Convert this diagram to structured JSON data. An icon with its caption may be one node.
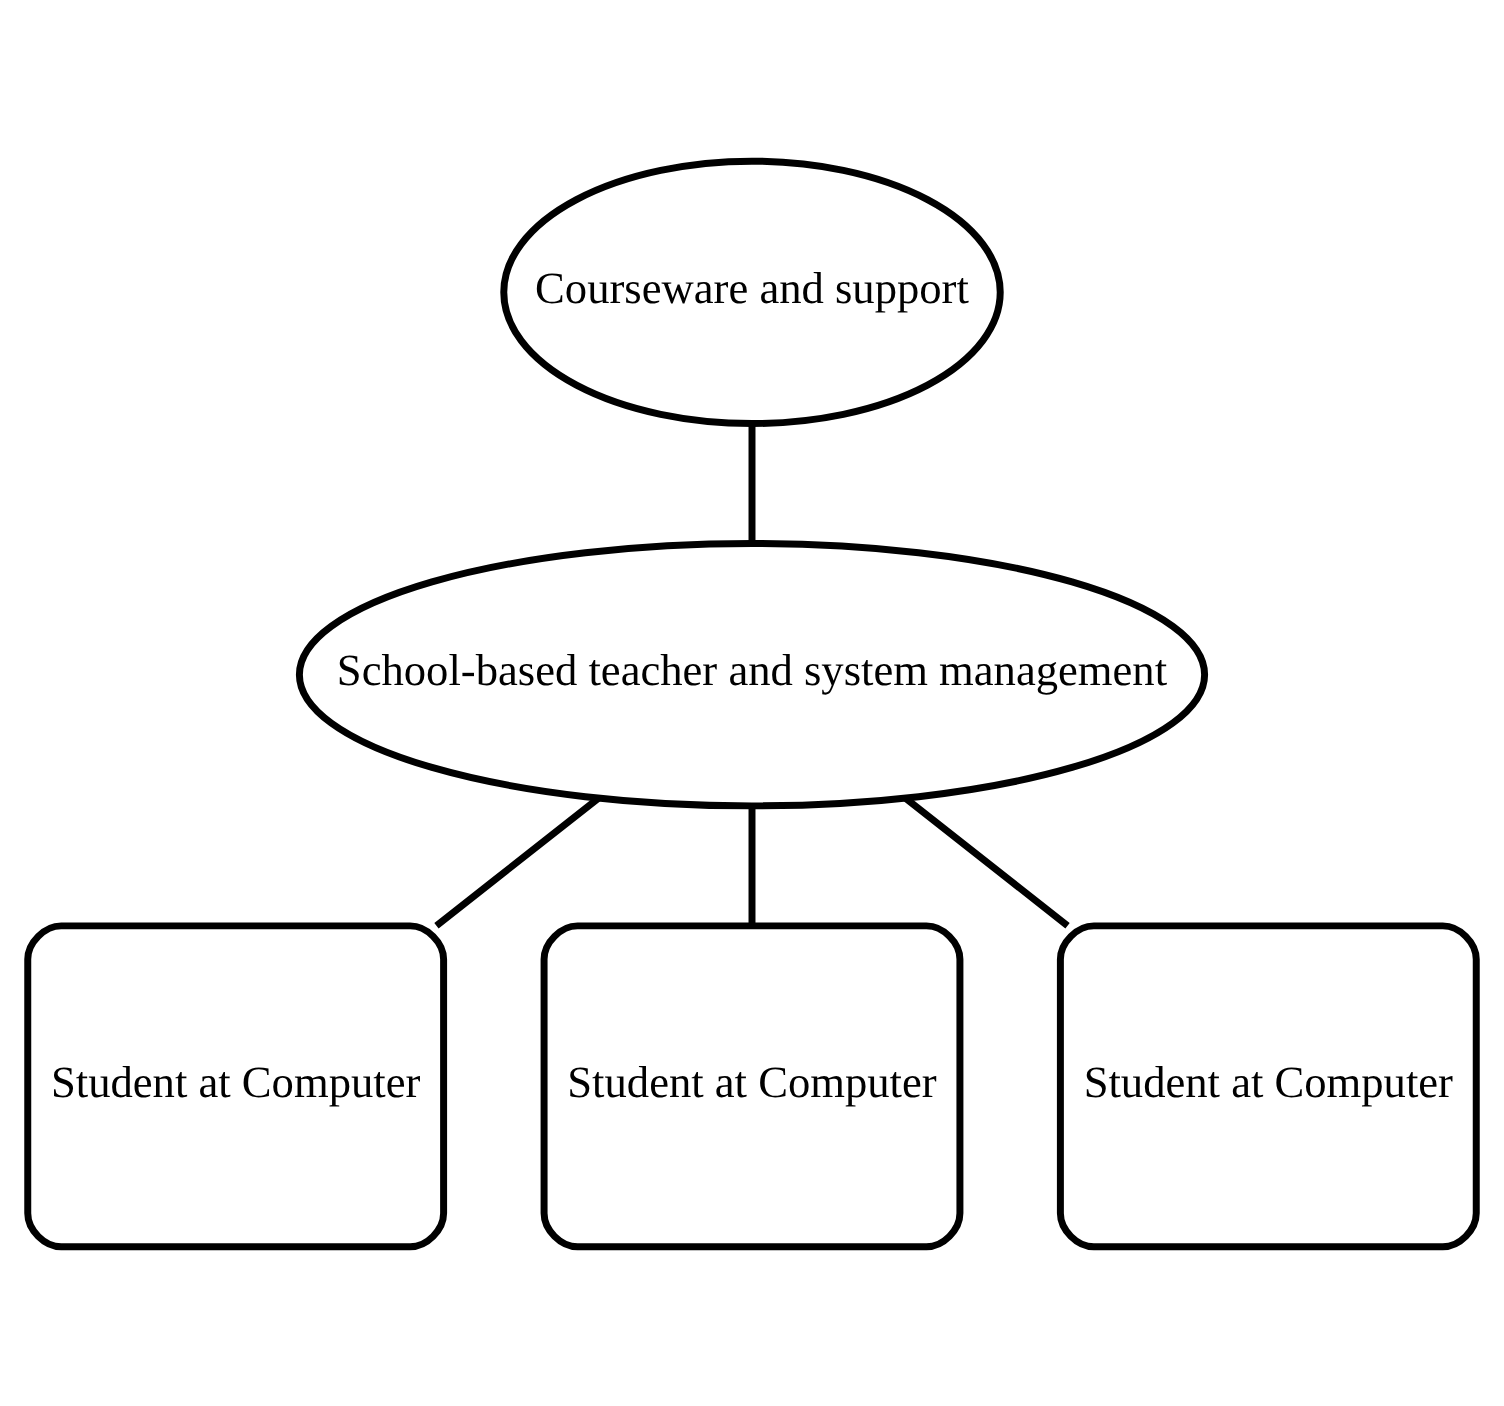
{
  "diagram": {
    "nodes": [
      {
        "text": [
          "Courseware and support"
        ]
      },
      {
        "text": [
          "School-based teacher and system management"
        ]
      },
      {
        "text": [
          "Student at Computer"
        ]
      },
      {
        "text": [
          "Student at Computer"
        ]
      },
      {
        "text": [
          "Student at Computer"
        ]
      }
    ],
    "edges": [
      {
        "from": 0,
        "to": 1,
        "arrow": "none"
      },
      {
        "from": 1,
        "to": 2,
        "arrow": "none"
      },
      {
        "from": 1,
        "to": 3,
        "arrow": "none"
      },
      {
        "from": 1,
        "to": 4,
        "arrow": "none"
      }
    ]
  }
}
